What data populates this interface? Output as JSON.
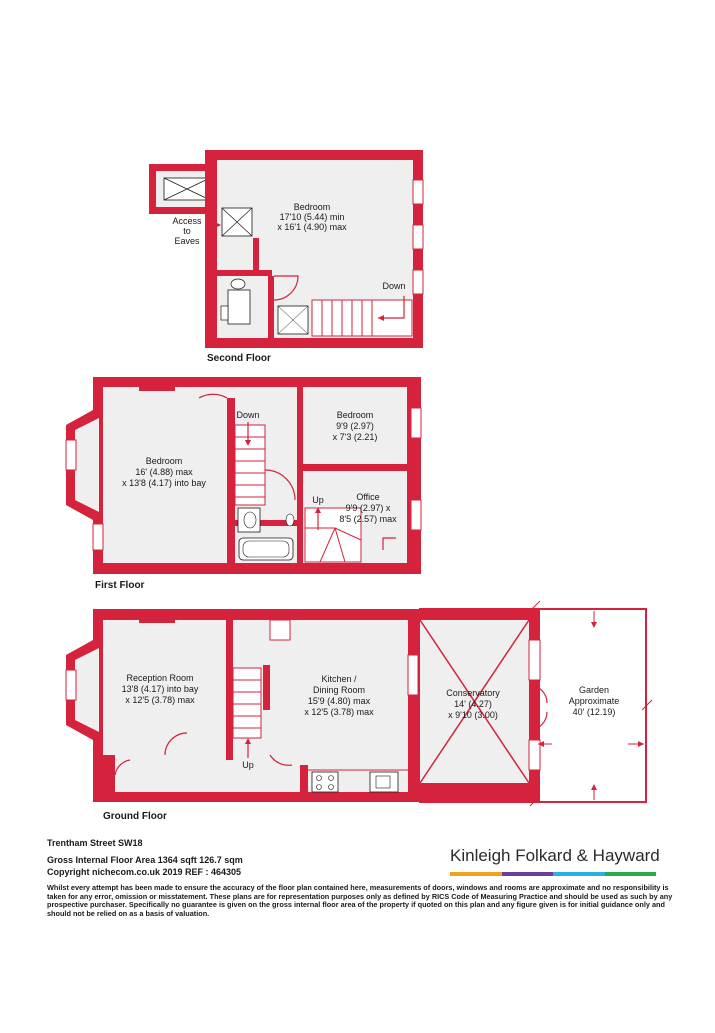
{
  "floors": {
    "second": "Second Floor",
    "first": "First Floor",
    "ground": "Ground Floor"
  },
  "rooms": {
    "second_bedroom": {
      "name": "Bedroom",
      "dim1": "17'10 (5.44) min",
      "dim2": "x 16'1 (4.90) max"
    },
    "access_eaves": {
      "l1": "Access",
      "l2": "to",
      "l3": "Eaves"
    },
    "second_down": "Down",
    "first_bedroom_main": {
      "name": "Bedroom",
      "dim1": "16' (4.88) max",
      "dim2": "x 13'8 (4.17) into bay"
    },
    "first_bedroom_small": {
      "name": "Bedroom",
      "dim1": "9'9 (2.97)",
      "dim2": "x 7'3 (2.21)"
    },
    "office": {
      "name": "Office",
      "dim1": "9'9 (2.97) x",
      "dim2": "8'5 (2.57) max"
    },
    "first_down": "Down",
    "first_up": "Up",
    "reception": {
      "name": "Reception Room",
      "dim1": "13'8 (4.17) into bay",
      "dim2": "x 12'5 (3.78) max"
    },
    "kitchen": {
      "name1": "Kitchen /",
      "name2": "Dining Room",
      "dim1": "15'9 (4.80) max",
      "dim2": "x 12'5 (3.78) max"
    },
    "conservatory": {
      "name": "Conservatory",
      "dim1": "14' (4.27)",
      "dim2": "x 9'10 (3.00)"
    },
    "garden": {
      "name": "Garden",
      "l2": "Approximate",
      "l3": "40' (12.19)"
    },
    "ground_up": "Up"
  },
  "info": {
    "address": "Trentham Street  SW18",
    "area": "Gross Internal Floor Area 1364 sqft 126.7 sqm",
    "copyright": "Copyright nichecom.co.uk 2019 REF : 464305",
    "disclaimer": "Whilst every attempt has been made to ensure the accuracy of the floor plan contained here, measurements of doors, windows and rooms are approximate and no responsibility is taken for any error, omission or misstatement.  These plans are for representation purposes only as defined by RICS Code of Measuring Practice and should be used as such by any prospective purchaser.  Specifically no guarantee is given on the gross internal floor area of the property if quoted on this plan and any figure given is for initial guidance only and should not be relied on as a basis of valuation."
  },
  "brand": {
    "name": "Kinleigh Folkard & Hayward",
    "colors": [
      "#f3a11f",
      "#6a3f98",
      "#26b3e3",
      "#2ea84a"
    ]
  },
  "colors": {
    "wall": "#d5233d",
    "floor": "#efefef"
  }
}
